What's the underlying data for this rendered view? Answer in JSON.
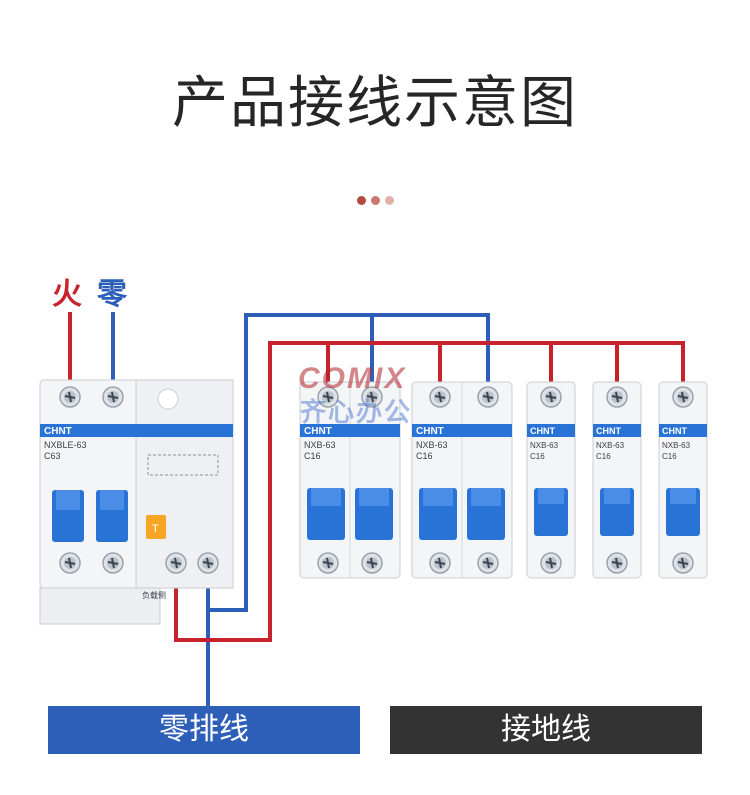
{
  "title": "产品接线示意图",
  "labels": {
    "live": "火",
    "neutral": "零"
  },
  "brand_text": "CHNT",
  "breakers": {
    "rcbo": {
      "model": "NXBLE-63",
      "rating": "C63",
      "test_label": "T",
      "side_label": "负载侧"
    },
    "double": [
      {
        "model": "NXB-63",
        "rating": "C16"
      },
      {
        "model": "NXB-63",
        "rating": "C16"
      }
    ],
    "single": [
      {
        "model": "NXB-63",
        "rating": "C16"
      },
      {
        "model": "NXB-63",
        "rating": "C16"
      },
      {
        "model": "NXB-63",
        "rating": "C16"
      }
    ]
  },
  "watermark": {
    "line1": "COMIX",
    "line2": "齐心办公"
  },
  "bars": {
    "neutral_bar": "零排线",
    "ground_bar": "接地线"
  },
  "colors": {
    "live_wire": "#c8232c",
    "neutral_wire": "#2e5fb8",
    "breaker_blue": "#2a73d6",
    "ground_bar": "#333333",
    "neutral_bar": "#2e5fb8",
    "title": "#262626",
    "dot1": "#b44a3c",
    "dot2": "#c97a6e",
    "dot3": "#e0b0a8"
  }
}
